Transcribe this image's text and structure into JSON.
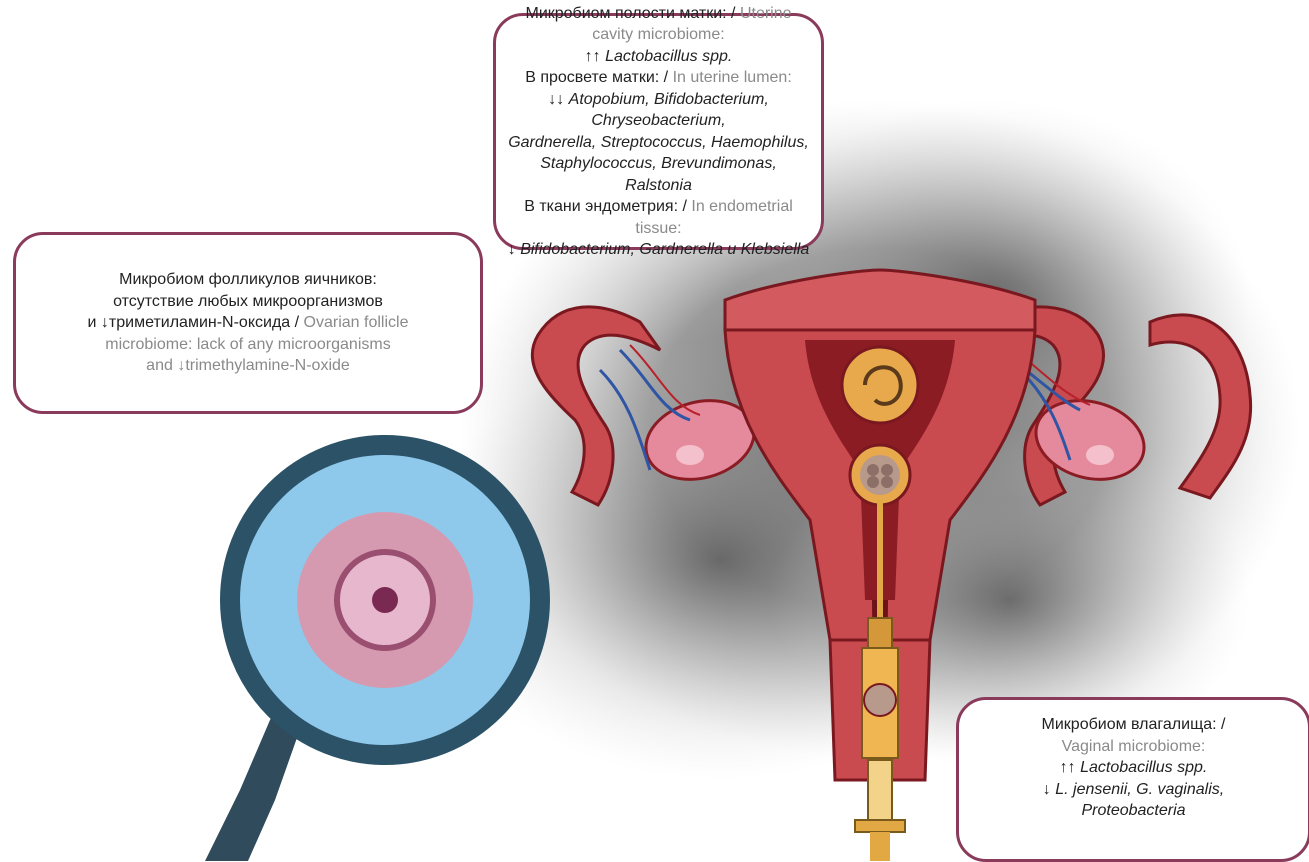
{
  "uterine_callout": {
    "line1_ru": "Микробиом полости матки: /",
    "line1_en": "Uterine cavity microbiome:",
    "line2_arrows": "↑↑",
    "line2_taxa": "Lactobacillus spp.",
    "line3_ru": "В просвете матки: /",
    "line3_en": "In uterine lumen:",
    "line4_arrows": "↓↓",
    "line4_taxa": "Atopobium, Bifidobacterium, Chryseobacterium,",
    "line5_taxa": "Gardnerella, Streptococcus, Haemophilus,",
    "line6_taxa": "Staphylococcus, Brevundimonas, Ralstonia",
    "line7_ru": "В ткани эндометрия: /",
    "line7_en": "In endometrial tissue:",
    "line8_arrows": "↓",
    "line8_taxa": "Bifidobacterium, Gardnerella и Klebsiella"
  },
  "ovarian_callout": {
    "line1_ru": "Микробиом фолликулов яичников:",
    "line2_ru": "отсутствие любых микроорганизмов",
    "line3_ru": "и ↓триметиламин-N-оксида /",
    "line3_en": "Ovarian follicle",
    "line4_en": "microbiome: lack of any microorganisms",
    "line5_en": "and ↓trimethylamine-N-oxide"
  },
  "vaginal_callout": {
    "line1_ru": "Микробиом влагалища: /",
    "line2_en": "Vaginal microbiome:",
    "line3_arrows": "↑↑",
    "line3_taxa": "Lactobacillus spp.",
    "line4_arrows": "↓",
    "line4_taxa": "L. jensenii, G. vaginalis,",
    "line5_taxa": "Proteobacteria"
  },
  "colors": {
    "callout_border": "#8a3a5a",
    "uterus_red": "#c94a4f",
    "uterus_dark": "#8b1c24",
    "ovary_pink": "#e58a9c",
    "lens_blue": "#8ec9ec",
    "lens_rim": "#2b5266",
    "watercolor_gray": "#6f6f6f",
    "syringe_amber": "#e2a843"
  },
  "icons": [
    "uterus-illustration",
    "magnifier-icon",
    "syringe-icon",
    "embryo-icon",
    "oocyte-icon"
  ]
}
